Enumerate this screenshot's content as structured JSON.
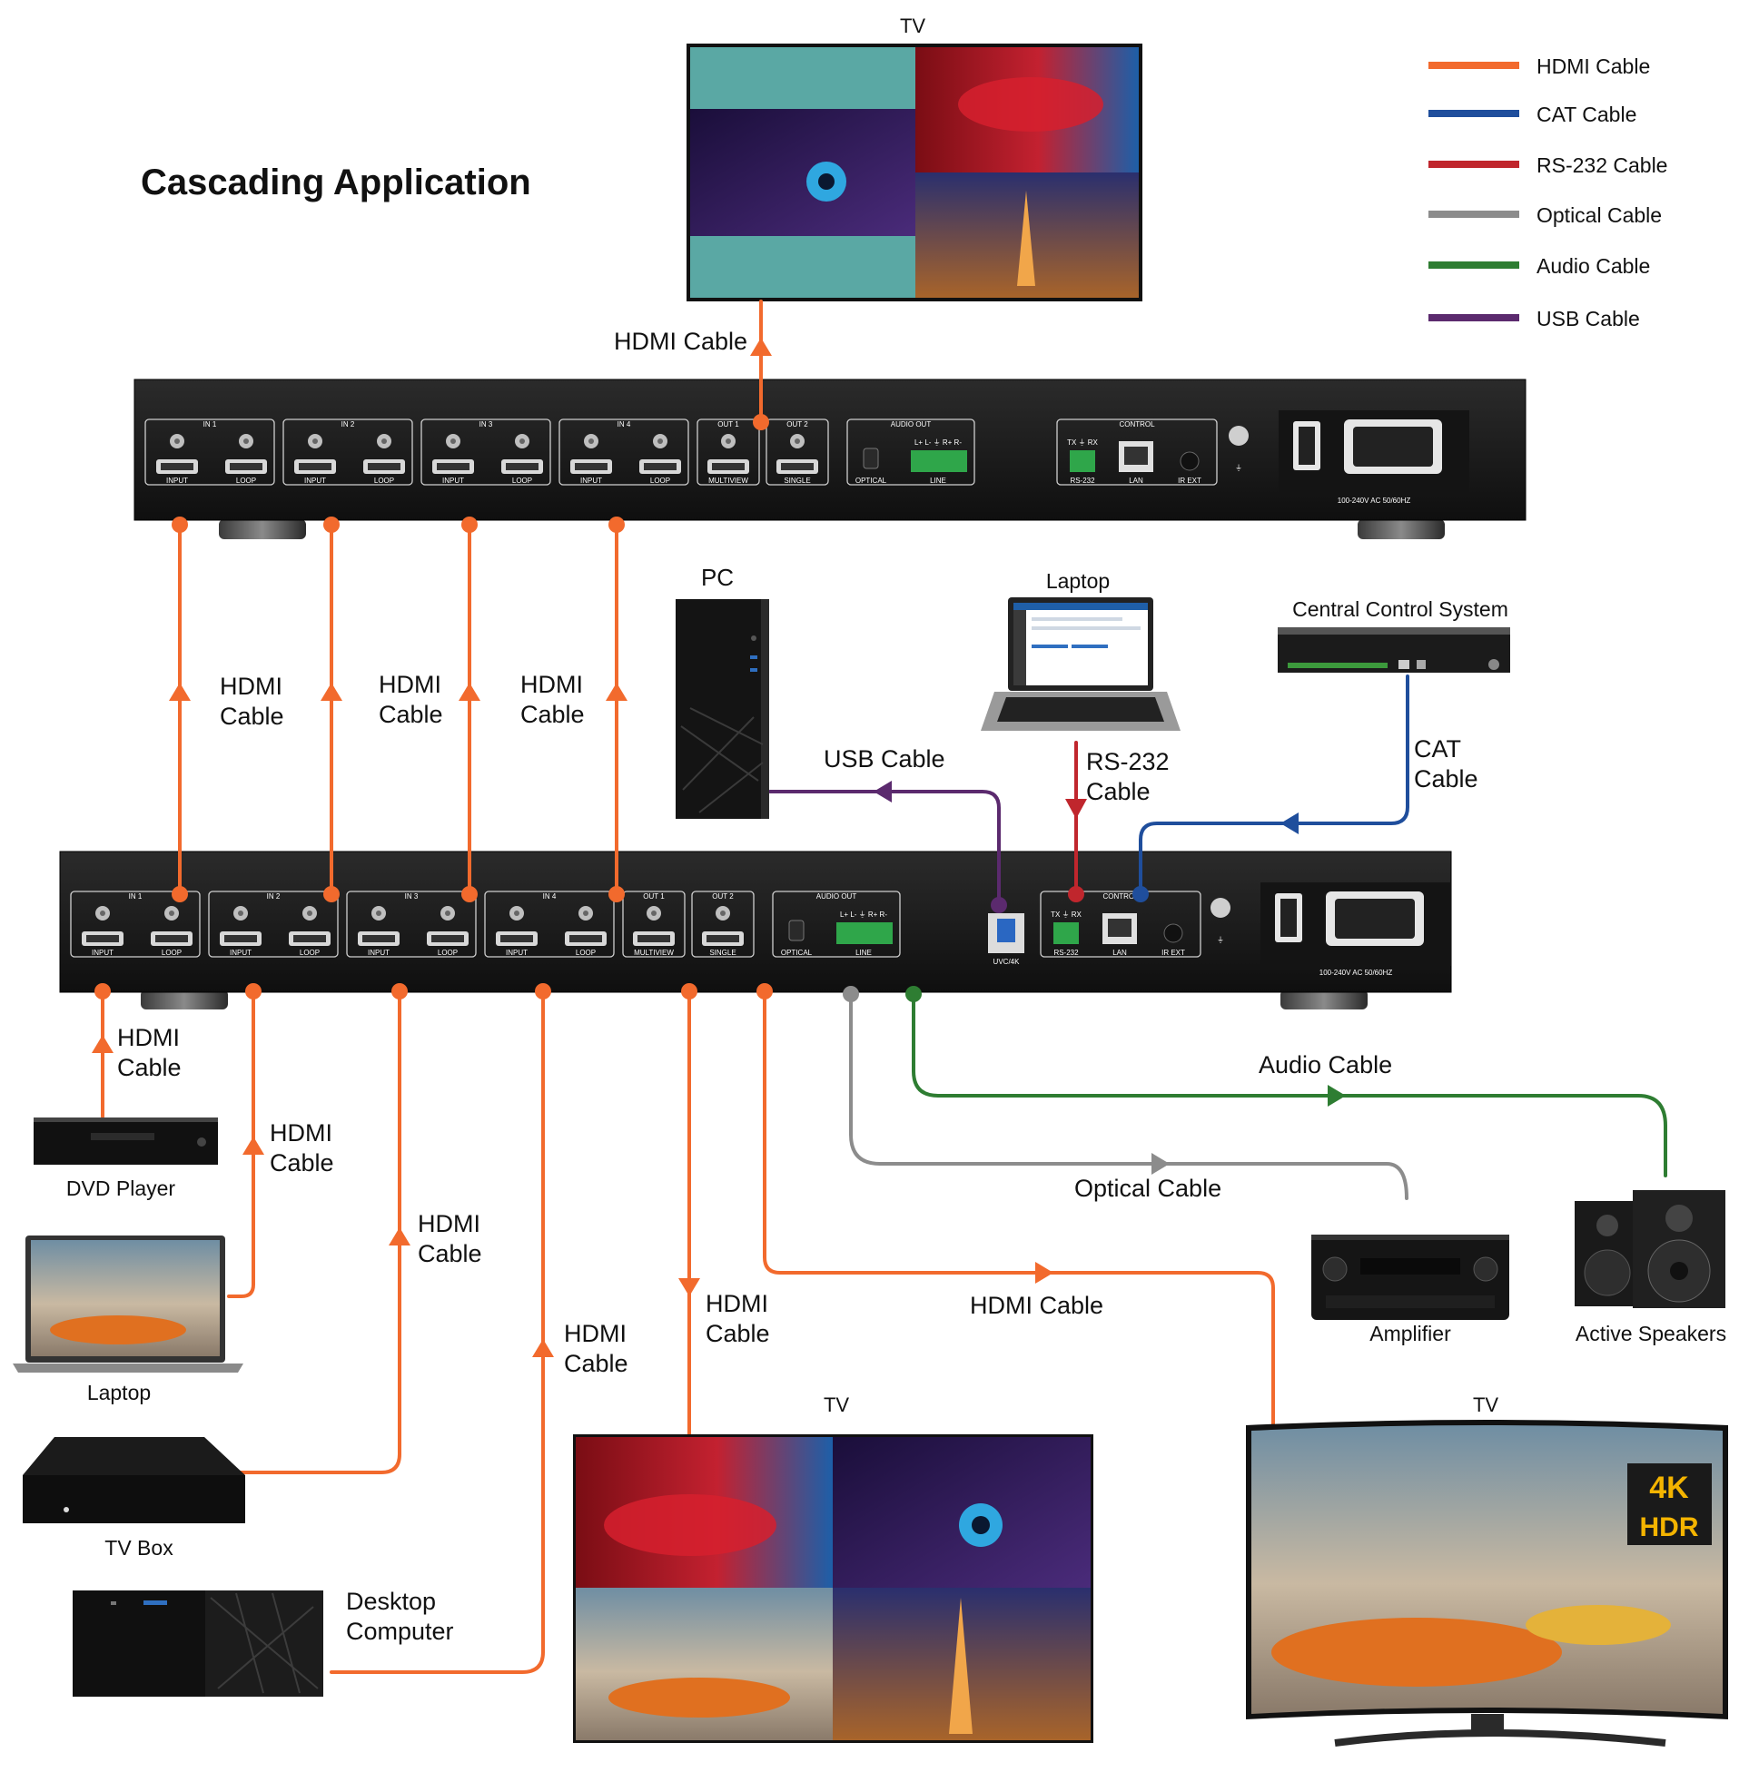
{
  "title": "Cascading Application",
  "legend": [
    {
      "label": "HDMI Cable",
      "color": "#f26a2d"
    },
    {
      "label": "CAT Cable",
      "color": "#1f4e9c"
    },
    {
      "label": "RS-232 Cable",
      "color": "#c0262d"
    },
    {
      "label": "Optical Cable",
      "color": "#8c8c8c"
    },
    {
      "label": "Audio Cable",
      "color": "#2e7d32"
    },
    {
      "label": "USB Cable",
      "color": "#5b2a6e"
    }
  ],
  "devices": {
    "tv_top": "TV",
    "pc": "PC",
    "laptop_control": "Laptop",
    "central_control": "Central Control System",
    "dvd": "DVD Player",
    "laptop_source": "Laptop",
    "tv_box": "TV Box",
    "desktop": [
      "Desktop",
      "Computer"
    ],
    "amplifier": "Amplifier",
    "speakers": "Active Speakers",
    "tv_bottom_mid": "TV",
    "tv_bottom_right": "TV"
  },
  "cables": {
    "hdmi_single": "HDMI Cable",
    "hdmi_stack": [
      "HDMI",
      "Cable"
    ],
    "usb": "USB Cable",
    "rs232": [
      "RS-232",
      "Cable"
    ],
    "cat": [
      "CAT",
      "Cable"
    ],
    "audio": "Audio Cable",
    "optical": "Optical Cable"
  },
  "panel": {
    "inputs": [
      "IN 1",
      "IN 2",
      "IN 3",
      "IN 4"
    ],
    "outputs": [
      "OUT 1",
      "OUT 2"
    ],
    "port_input": "INPUT",
    "port_loop": "LOOP",
    "port_multiview": "MULTIVIEW",
    "port_single": "SINGLE",
    "audio_out": "AUDIO OUT",
    "optical": "OPTICAL",
    "line": "LINE",
    "line_pins": "L+  L-  ⏚  R+  R-",
    "control": "CONTROL",
    "rs232": "RS-232",
    "rs232_pins": "TX ⏚ RX",
    "lan": "LAN",
    "ir_ext": "IR EXT",
    "usb": "UVC/4K",
    "power": "100-240V AC 50/60HZ"
  },
  "badges": {
    "four_k": "4K",
    "hdr": "HDR"
  }
}
